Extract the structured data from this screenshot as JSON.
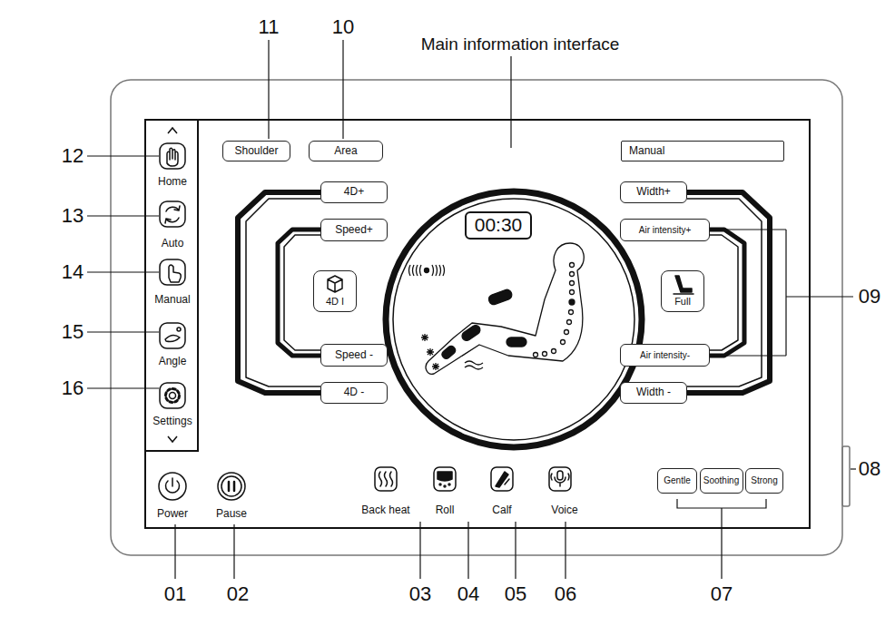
{
  "diagram": {
    "nodes": [
      {
        "text": [
          "Shoulder"
        ]
      },
      {
        "text": [
          "Area"
        ]
      },
      {
        "text": [
          "Manual"
        ]
      },
      {
        "text": [
          "4D+"
        ]
      },
      {
        "text": [
          "Speed+"
        ]
      },
      {
        "text": [
          "4D I"
        ]
      },
      {
        "text": [
          "Speed -"
        ]
      },
      {
        "text": [
          "4D -"
        ]
      },
      {
        "text": [
          "00:30"
        ]
      },
      {
        "text": [
          "Width+"
        ]
      },
      {
        "text": [
          "Air intensity+"
        ]
      },
      {
        "text": [
          "Full"
        ]
      },
      {
        "text": [
          "Air intensity-"
        ]
      },
      {
        "text": [
          "Width -"
        ]
      },
      {
        "text": [
          "Home"
        ]
      },
      {
        "text": [
          "Auto"
        ]
      },
      {
        "text": [
          "Manual"
        ]
      },
      {
        "text": [
          "Angle"
        ]
      },
      {
        "text": [
          "Settings"
        ]
      },
      {
        "text": [
          "Power"
        ]
      },
      {
        "text": [
          "Pause"
        ]
      },
      {
        "text": [
          "Back heat"
        ]
      },
      {
        "text": [
          "Roll"
        ]
      },
      {
        "text": [
          "Calf"
        ]
      },
      {
        "text": [
          "Voice"
        ]
      },
      {
        "text": [
          "Gentle"
        ]
      },
      {
        "text": [
          "Soothing"
        ]
      },
      {
        "text": [
          "Strong"
        ]
      }
    ],
    "labels": [
      "11",
      "10",
      "Main information interface",
      "12",
      "13",
      "14",
      "15",
      "16",
      "09",
      "08",
      "01",
      "02",
      "03",
      "04",
      "05",
      "06",
      "07"
    ]
  }
}
